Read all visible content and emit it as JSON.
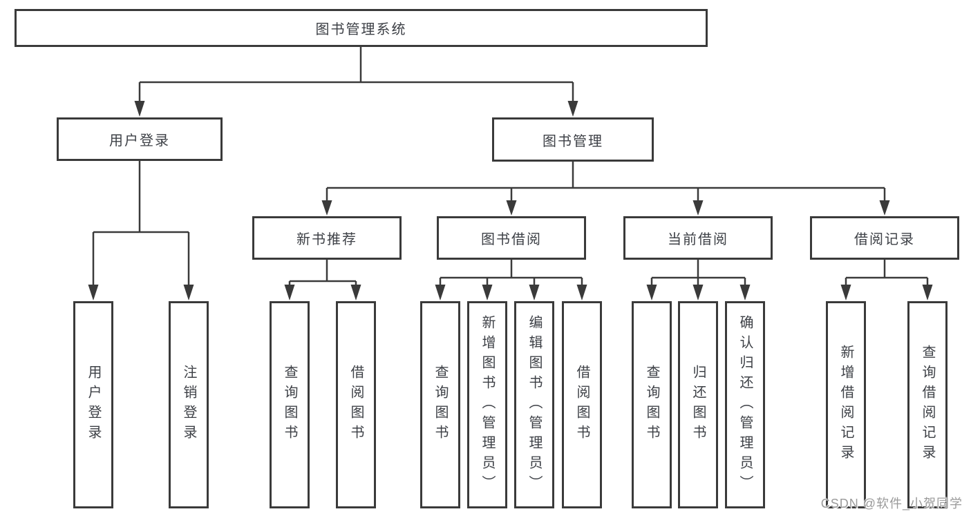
{
  "tree": {
    "root": {
      "label": "图书管理系统"
    },
    "children": [
      {
        "label": "用户登录",
        "children": [
          {
            "label": "用户登录"
          },
          {
            "label": "注销登录"
          }
        ]
      },
      {
        "label": "图书管理",
        "children": [
          {
            "label": "新书推荐",
            "children": [
              {
                "label": "查询图书"
              },
              {
                "label": "借阅图书"
              }
            ]
          },
          {
            "label": "图书借阅",
            "children": [
              {
                "label": "查询图书"
              },
              {
                "label": "新增图书（管理员）"
              },
              {
                "label": "编辑图书（管理员）"
              },
              {
                "label": "借阅图书"
              }
            ]
          },
          {
            "label": "当前借阅",
            "children": [
              {
                "label": "查询图书"
              },
              {
                "label": "归还图书"
              },
              {
                "label": "确认归还（管理员）"
              }
            ]
          },
          {
            "label": "借阅记录",
            "children": [
              {
                "label": "新增借阅记录"
              },
              {
                "label": "查询借阅记录"
              }
            ]
          }
        ]
      }
    ]
  },
  "watermark": {
    "text": "CSDN @软件_小贺同学"
  },
  "colors": {
    "line": "#3a3a3a",
    "text": "#3d4046",
    "background": "#ffffff",
    "watermark": "#9a9a9a"
  }
}
